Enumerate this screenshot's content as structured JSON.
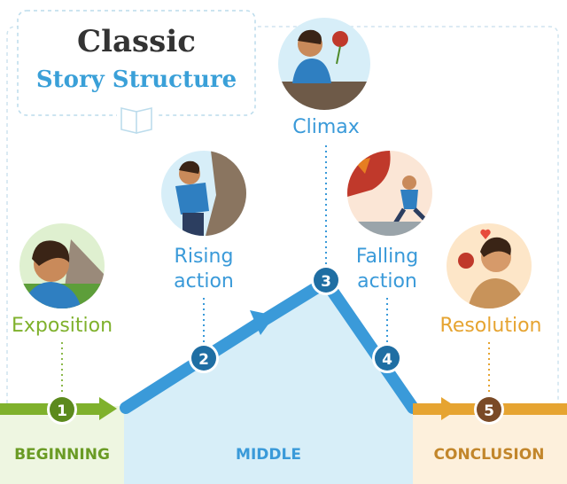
{
  "title": {
    "line1": "Classic",
    "line2": "Story Structure"
  },
  "stages": [
    {
      "number": "1",
      "label": "Exposition"
    },
    {
      "number": "2",
      "label_line1": "Rising",
      "label_line2": "action"
    },
    {
      "number": "3",
      "label": "Climax"
    },
    {
      "number": "4",
      "label_line1": "Falling",
      "label_line2": "action"
    },
    {
      "number": "5",
      "label": "Resolution"
    }
  ],
  "sections": {
    "beginning": "BEGINNING",
    "middle": "MIDDLE",
    "conclusion": "CONCLUSION"
  },
  "colors": {
    "green": "#7fb12c",
    "green_dark": "#5c8a1d",
    "green_light": "#eef6e1",
    "blue": "#3a9ad9",
    "blue_dark": "#1f6ea3",
    "blue_light": "#d7eef8",
    "orange": "#e6a431",
    "orange_dark": "#c2862b",
    "orange_light": "#fdf0dc",
    "brown": "#7a4a26",
    "title_dark": "#333333",
    "title_blue": "#3aa0d8"
  },
  "icons": [
    "book-icon",
    "arrow-right-icon"
  ]
}
